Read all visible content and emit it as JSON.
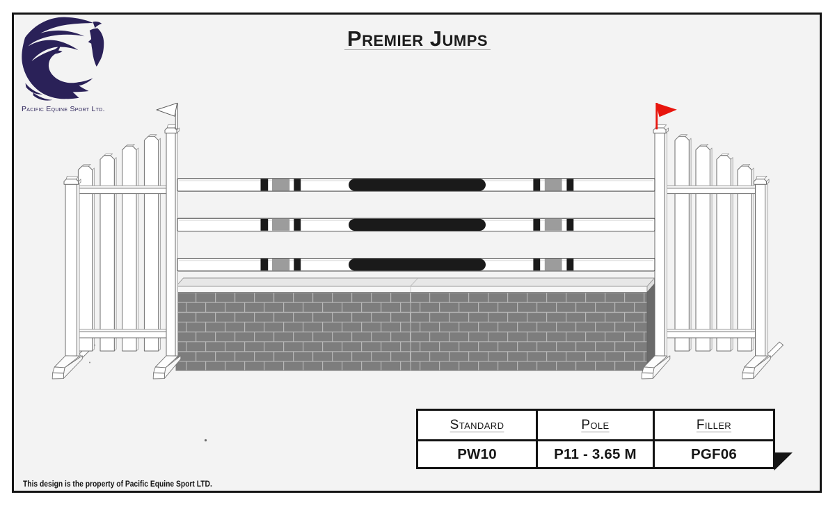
{
  "page": {
    "background": "#f3f3f3",
    "frame_color": "#141414"
  },
  "header": {
    "title": "Premier Jumps"
  },
  "logo": {
    "company": "Pacific Equine Sport Ltd.",
    "color": "#2a2158"
  },
  "spec_table": {
    "columns": [
      "Standard",
      "Pole",
      "Filler"
    ],
    "values": [
      "PW10",
      "P11 - 3.65 M",
      "PGF06"
    ]
  },
  "footer": {
    "note": "This design is the property of Pacific Equine Sport LTD."
  },
  "jump": {
    "left_flag": "white",
    "right_flag": "red",
    "colors": {
      "flag_red": "#e8150d",
      "pole_band_black": "#1a1a1a",
      "pole_band_gray": "#9c9c9c",
      "brick_gray": "#7d7d7d",
      "logo_navy": "#2a2158"
    }
  }
}
